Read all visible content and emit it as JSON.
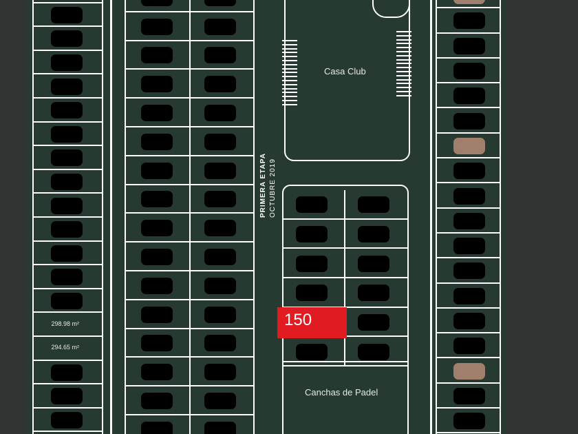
{
  "map": {
    "amenities": {
      "casa_club": "Casa Club",
      "padel": "Canchas de Padel"
    },
    "stage": {
      "line1": "PRIMERA ETAPA",
      "line2": "OCTUBRE 2019"
    },
    "highlighted_lot": "150",
    "lot_areas": [
      "298.98 m²",
      "294.65 m²"
    ],
    "colors": {
      "background": "#263a31",
      "outline": "#ffffff",
      "lot_mask": "#000000",
      "sold_lot": "#a07f6c",
      "marker": "#e01b22"
    }
  }
}
